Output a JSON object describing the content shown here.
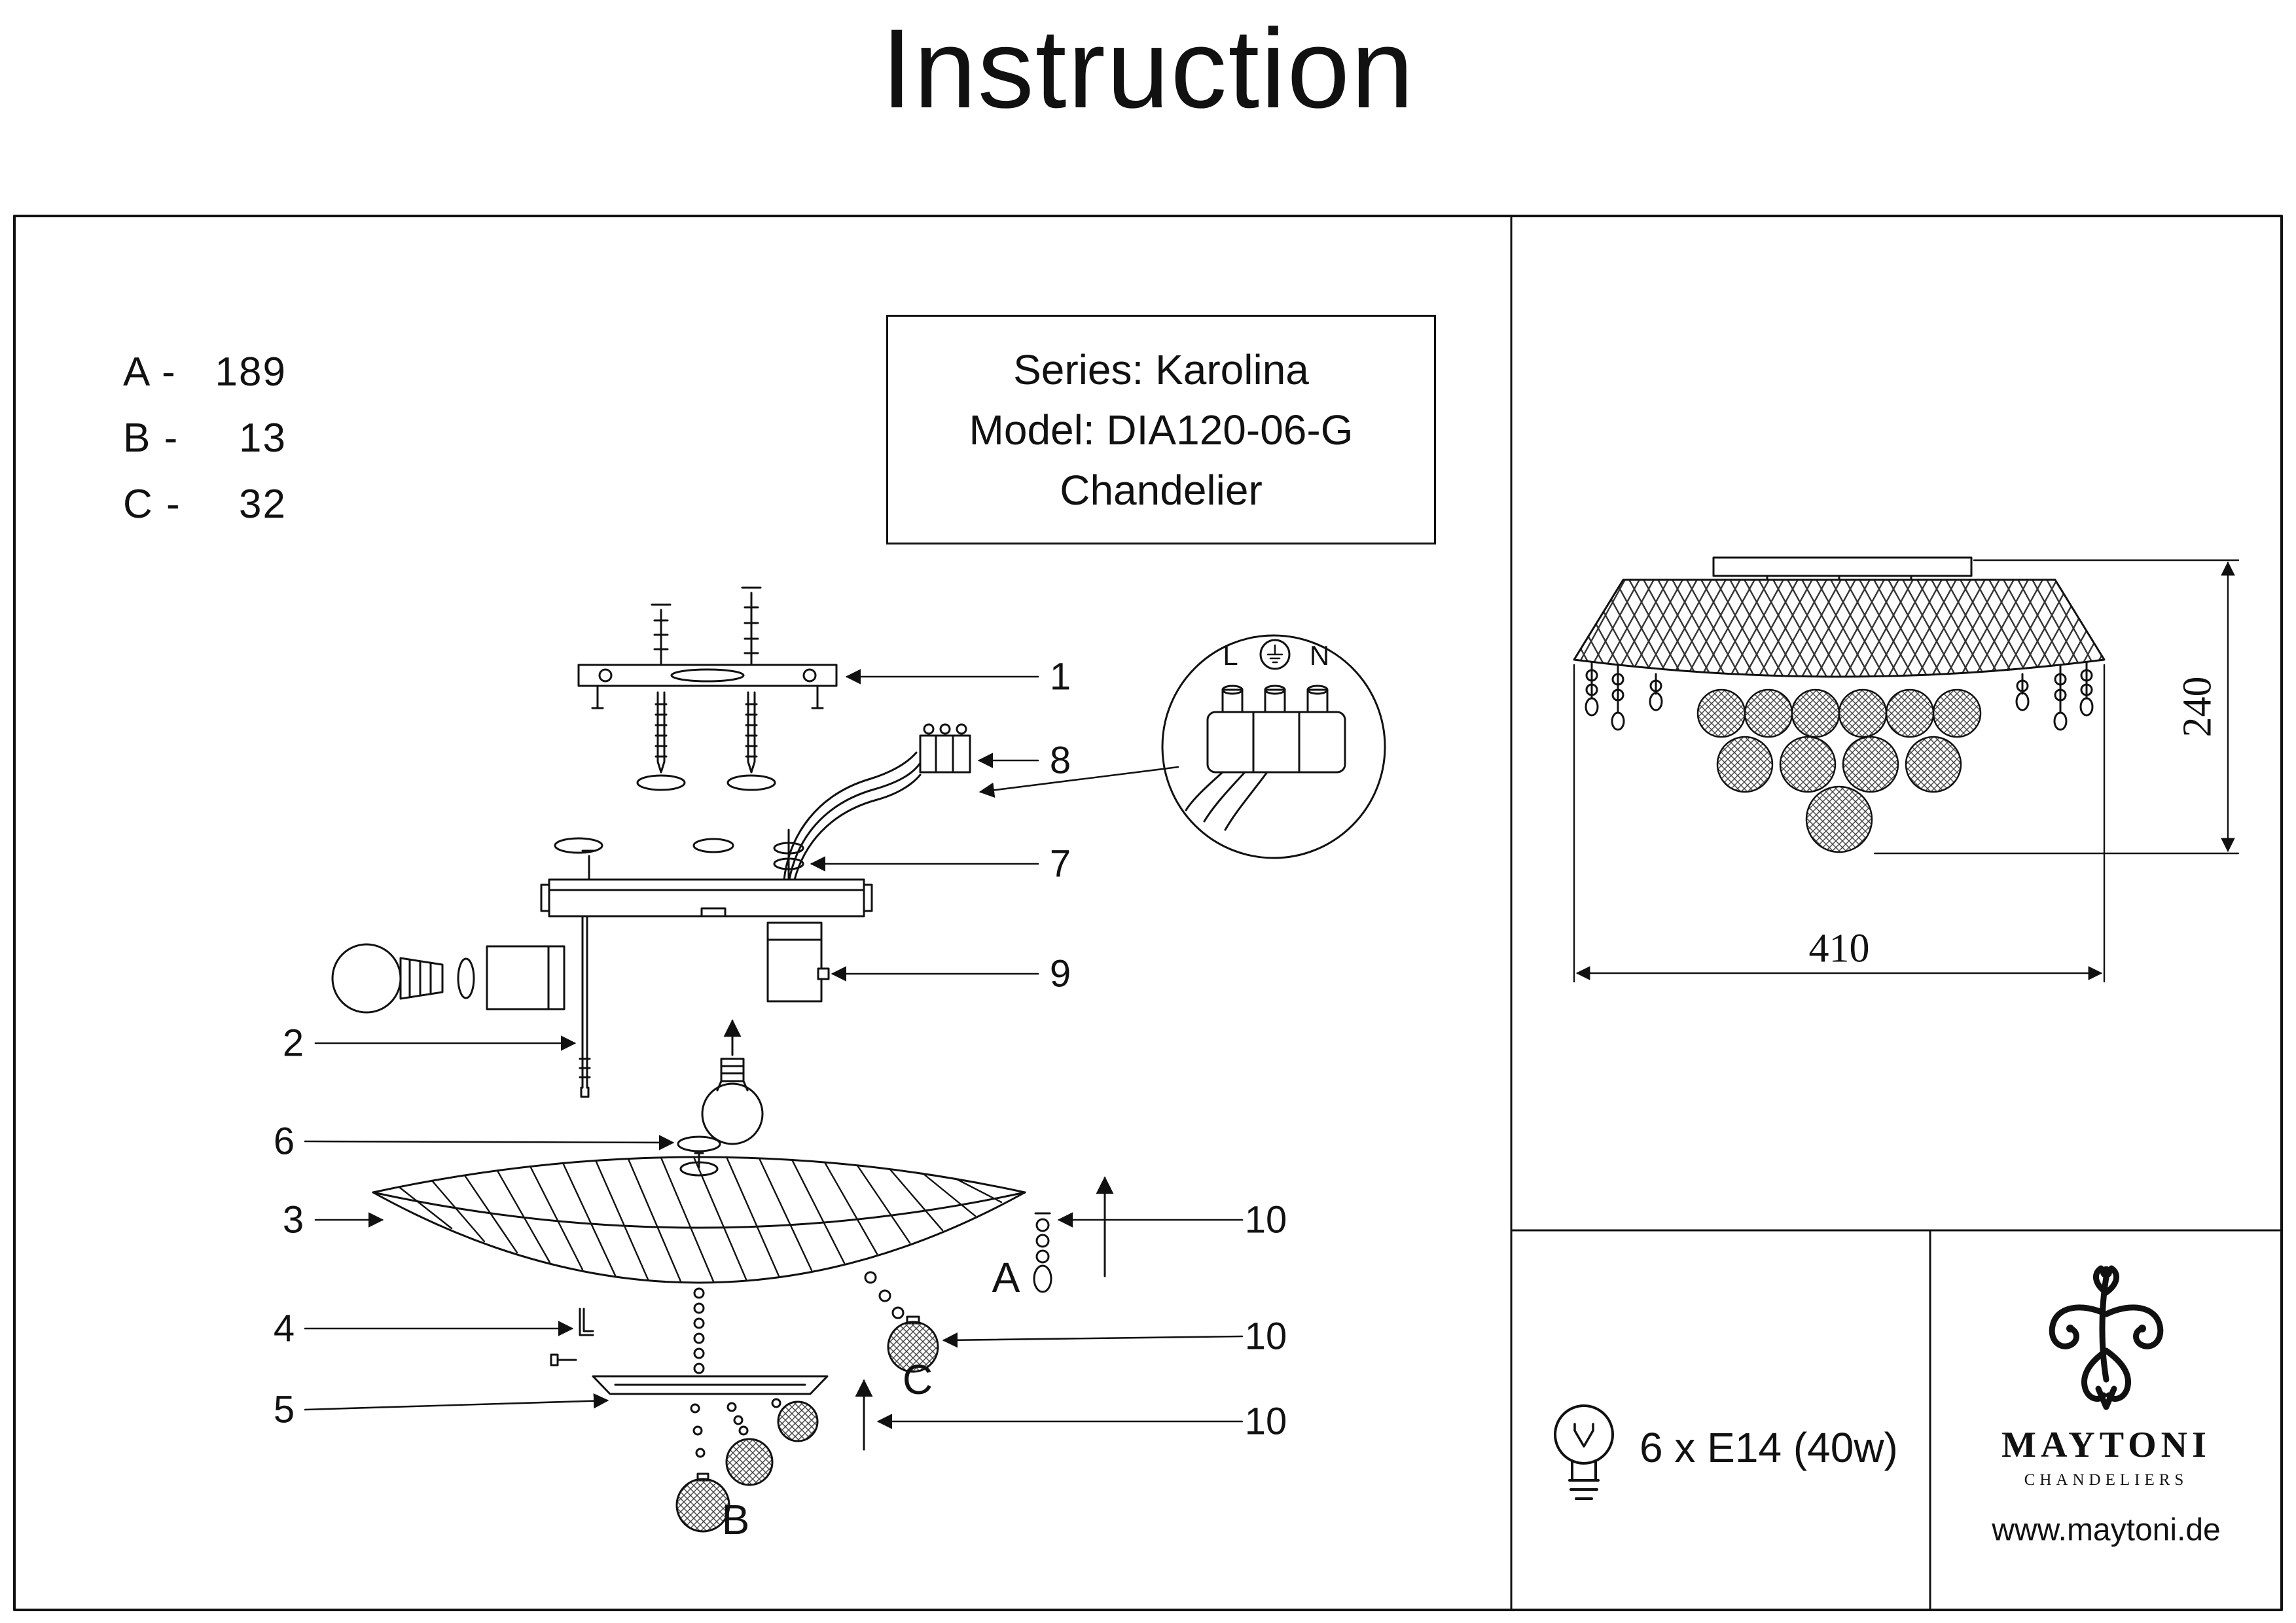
{
  "title": "Instruction",
  "parts_list": {
    "rows": [
      {
        "key": "A -",
        "value": "189"
      },
      {
        "key": "B -",
        "value": "13"
      },
      {
        "key": "C -",
        "value": "32"
      }
    ]
  },
  "info_box": {
    "line1": "Series: Karolina",
    "line2": "Model: DIA120-06-G",
    "line3": "Chandelier"
  },
  "diagram": {
    "callouts": {
      "c1": "1",
      "c8": "8",
      "c7": "7",
      "c9": "9",
      "c2": "2",
      "c6": "6",
      "c3": "3",
      "c4": "4",
      "c5": "5",
      "c10a": "10",
      "c10b": "10",
      "c10c": "10"
    },
    "letters": {
      "a": "A",
      "b": "B",
      "c": "C"
    },
    "wiring": {
      "live": "L",
      "neutral": "N"
    }
  },
  "dimension_drawing": {
    "height": "240",
    "width": "410"
  },
  "spec": {
    "lamp": "6 x E14 (40w)"
  },
  "brand": {
    "name": "MAYTONI",
    "tagline": "CHANDELIERS",
    "website": "www.maytoni.de"
  }
}
